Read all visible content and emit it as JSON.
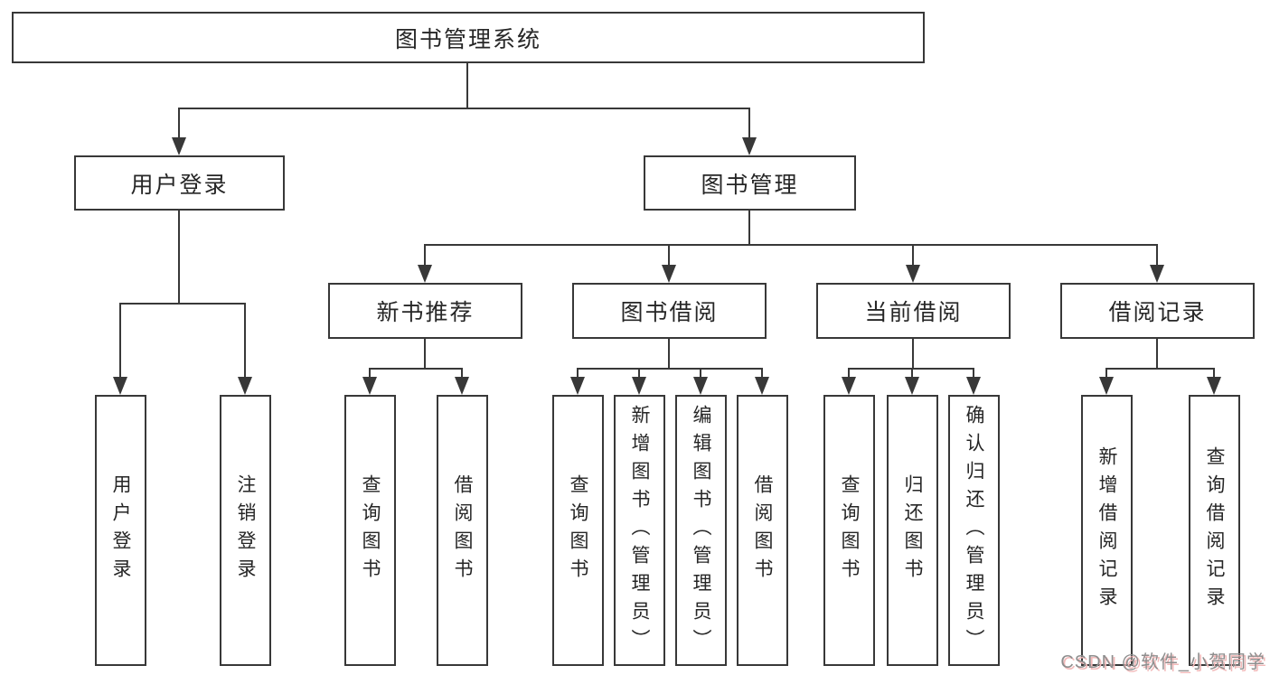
{
  "page": {
    "background": "#ffffff"
  },
  "diagram": {
    "type": "hierarchy",
    "title": "图书管理系统",
    "line_color": "#383838",
    "text_color": "#262626",
    "tree": {
      "label": "图书管理系统",
      "children": [
        {
          "label": "用户登录",
          "children": [
            {
              "label": "用户登录"
            },
            {
              "label": "注销登录"
            }
          ]
        },
        {
          "label": "图书管理",
          "children": [
            {
              "label": "新书推荐",
              "children": [
                {
                  "label": "查询图书"
                },
                {
                  "label": "借阅图书"
                }
              ]
            },
            {
              "label": "图书借阅",
              "children": [
                {
                  "label": "查询图书"
                },
                {
                  "label": "新增图书（管理员）"
                },
                {
                  "label": "编辑图书（管理员）"
                },
                {
                  "label": "借阅图书"
                }
              ]
            },
            {
              "label": "当前借阅",
              "children": [
                {
                  "label": "查询图书"
                },
                {
                  "label": "归还图书"
                },
                {
                  "label": "确认归还（管理员）"
                }
              ]
            },
            {
              "label": "借阅记录",
              "children": [
                {
                  "label": "新增借阅记录"
                },
                {
                  "label": "查询借阅记录"
                }
              ]
            }
          ]
        }
      ]
    }
  },
  "watermark": {
    "text": "CSDN @软件_小贺同学",
    "color": "#8e8e8e",
    "shadow_color": "#f2b9b9"
  }
}
